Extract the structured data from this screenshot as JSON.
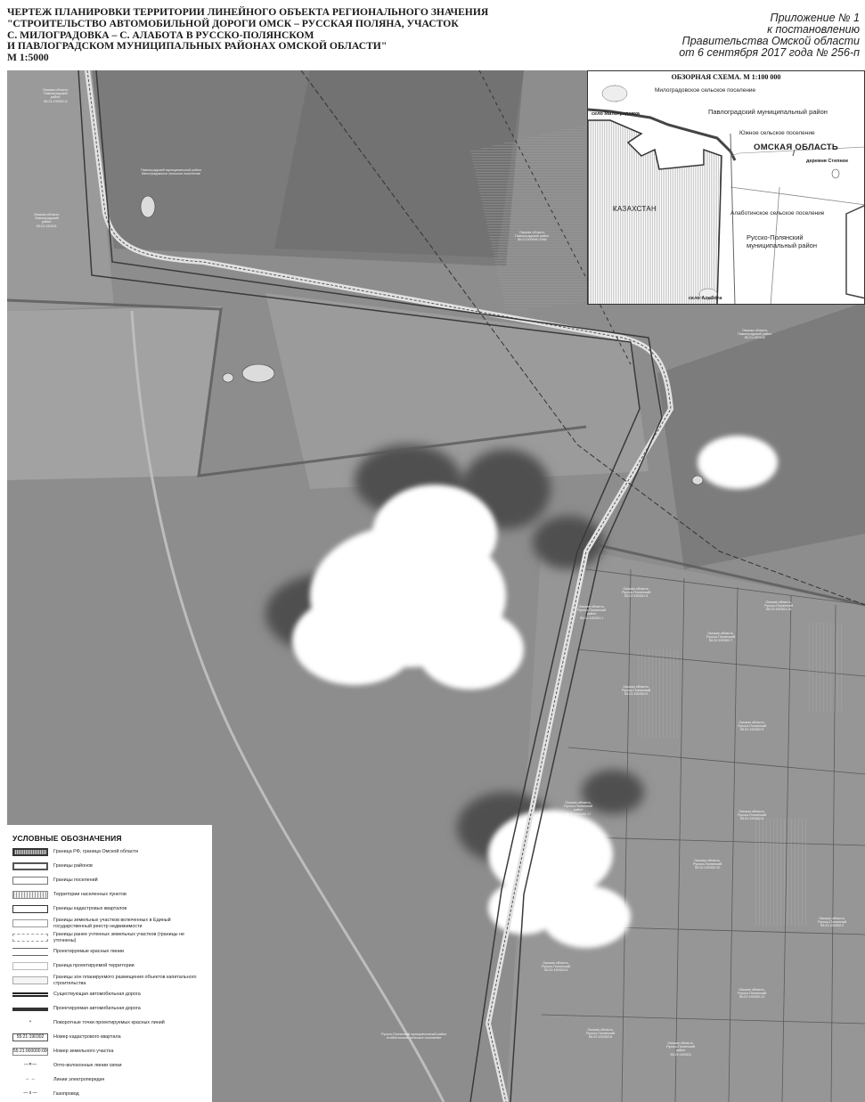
{
  "header": {
    "title_lines": [
      "ЧЕРТЕЖ ПЛАНИРОВКИ ТЕРРИТОРИИ ЛИНЕЙНОГО ОБЪЕКТА РЕГИОНАЛЬНОГО ЗНАЧЕНИЯ",
      "\"СТРОИТЕЛЬСТВО АВТОМОБИЛЬНОЙ ДОРОГИ ОМСК – РУССКАЯ ПОЛЯНА, УЧАСТОК",
      "С. МИЛОГРАДОВКА – С. АЛАБОТА В РУССКО-ПОЛЯНСКОМ",
      "И ПАВЛОГРАДСКОМ МУНИЦИПАЛЬНЫХ РАЙОНАХ ОМСКОЙ ОБЛАСТИ\"",
      "М 1:5000"
    ],
    "appendix_lines": [
      "Приложение № 1",
      "к постановлению",
      "Правительства Омской области",
      "от 6 сентября 2017 года № 256-п"
    ]
  },
  "overview": {
    "title": "ОБЗОРНАЯ СХЕМА. М 1:100 000",
    "labels": {
      "milogradovka_settlement": "Милоградовское сельское поселение",
      "milogradovka_village": "село Милоградовка",
      "pavlograd_district": "Павлоградский муниципальный район",
      "yuzhnoe_settlement": "Южное сельское поселение",
      "omsk_region": "ОМСКАЯ ОБЛАСТЬ",
      "stepnoe_village": "деревня Степное",
      "kazakhstan": "КАЗАХСТАН",
      "alabota_settlement": "Алаботинское сельское поселение",
      "russko_polyansky_1": "Русско-Полянский",
      "russko_polyansky_2": "муниципальный район",
      "alabota_village": "село Алабота"
    }
  },
  "legend": {
    "title": "УСЛОВНЫЕ ОБОЗНАЧЕНИЯ",
    "items": [
      {
        "label": "Граница РФ, граница Омской области",
        "swatch": "rf-border",
        "code": ""
      },
      {
        "label": "Границы районов",
        "swatch": "district",
        "code": ""
      },
      {
        "label": "Границы поселений",
        "swatch": "settlement",
        "code": ""
      },
      {
        "label": "Территории населенных пунктов",
        "swatch": "locality",
        "code": ""
      },
      {
        "label": "Границы кадастровых кварталов",
        "swatch": "cadastral",
        "code": ""
      },
      {
        "label": "Границы земельных участков включенных в Единый государственный реестр недвижимости",
        "swatch": "plots-egrn",
        "code": ""
      },
      {
        "label": "Границы ранее учтенных земельных участков (границы не уточнены)",
        "swatch": "plots-old",
        "code": ""
      },
      {
        "label": "Проектируемые красные линии",
        "swatch": "red-lines",
        "code": ""
      },
      {
        "label": "Граница проектируемой территории",
        "swatch": "project-area",
        "code": ""
      },
      {
        "label": "Границы зон планируемого размещения объектов капитального строительства",
        "swatch": "zones",
        "code": ""
      },
      {
        "label": "Существующая автомобильная дорога",
        "swatch": "road-existing",
        "code": ""
      },
      {
        "label": "Проектируемая автомобильная дорога",
        "swatch": "road-planned",
        "code": ""
      },
      {
        "label": "Поворотные точки проектируемых красных линий",
        "swatch": "points",
        "code": "•"
      },
      {
        "label": "Номер кадастрового квартала",
        "swatch": "code",
        "code": "55:21:190302"
      },
      {
        "label": "Номер земельного участка",
        "swatch": "code-small",
        "code": "55:21:000000:000"
      },
      {
        "label": "Опто-волоконные линии связи",
        "swatch": "fiber",
        "code": "—✕—"
      },
      {
        "label": "Линии электропередач",
        "swatch": "power",
        "code": "↔ ↔"
      },
      {
        "label": "Газопровод",
        "swatch": "gas",
        "code": "— x —"
      }
    ]
  },
  "colors": {
    "field_dark": "#6f6f6f",
    "field_mid": "#8c8c8c",
    "field_light": "#a6a6a6",
    "cloud": "#ffffff",
    "boundary": "#555555",
    "road": "#eeeeee"
  }
}
